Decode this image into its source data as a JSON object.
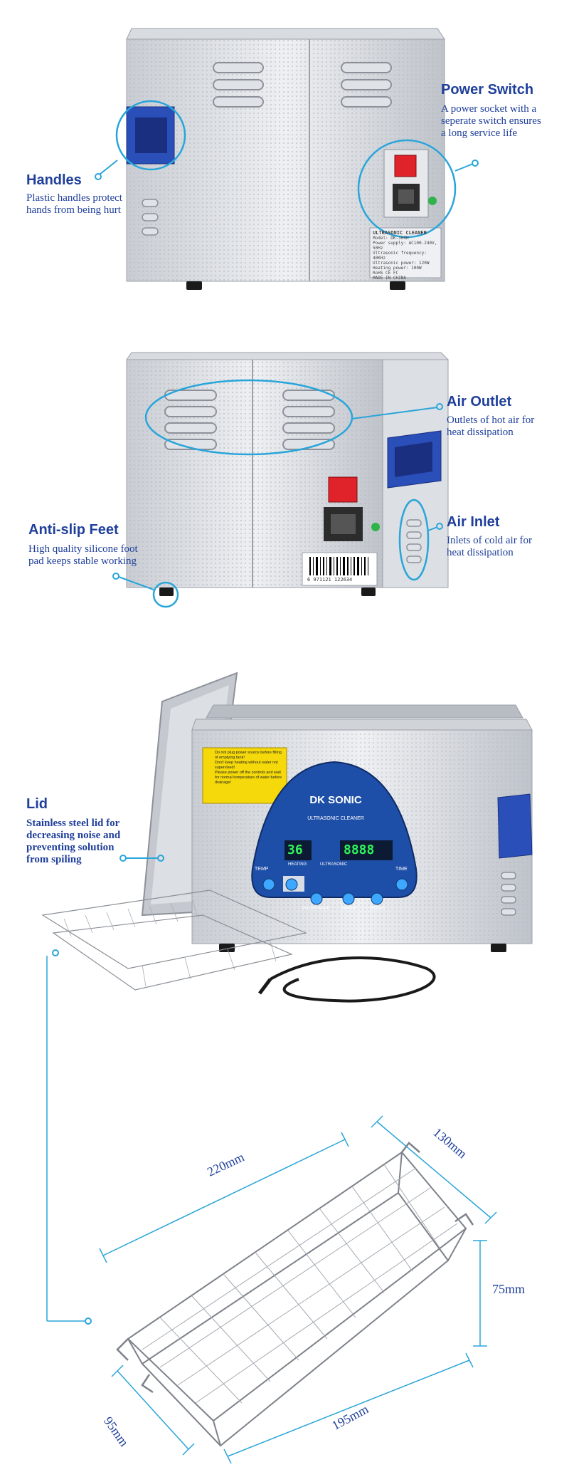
{
  "features": {
    "handles": {
      "title": "Handles",
      "desc": "Plastic handles protect\nhands from being hurt"
    },
    "power_switch": {
      "title": "Power Switch",
      "desc": "A power socket with a\nseperate switch ensures\na long service life"
    },
    "air_outlet": {
      "title": "Air Outlet",
      "desc": "Outlets of hot air for\nheat dissipation"
    },
    "air_inlet": {
      "title": "Air Inlet",
      "desc": "Inlets of cold air for\nheat dissipation"
    },
    "anti_slip_feet": {
      "title": "Anti-slip Feet",
      "desc": "High quality silicone foot\npad keeps stable working"
    },
    "lid": {
      "title": "Lid",
      "desc": "Stainless steel lid for\ndecreasing noise and\npreventing solution\nfrom spiling"
    }
  },
  "device": {
    "label_title": "ULTRASONIC CLEANER",
    "label_lines": [
      "Model: DK-300H",
      "Power supply: AC100-240V, 50Hz",
      "Ultrasonic frequency: 40KHz",
      "Ultrasonic power: 120W",
      "Heating power: 100W",
      "MADE IN CHINA"
    ],
    "brand": "DK SONIC",
    "panel_subtitle": "ULTRASONIC CLEANER",
    "temp_display": "36",
    "time_display": "8888",
    "panel_labels": {
      "temp": "TEMP",
      "time": "TIME",
      "heating": "HEATING",
      "ultrasonic": "ULTRASONIC",
      "degas": "DEGAS",
      "sweep": "SWEEP",
      "pulse": "PULSE/WAVE"
    },
    "barcode_number": "6 971121 122634",
    "warning_lines": [
      "Do not plug power source before filling of emptying tank!",
      "Don't keep heating without water not supervised!",
      "Please power off the controls and wait for normal temperature of water before drainage!"
    ],
    "certs": "RoHS  CE FC"
  },
  "basket_dimensions": {
    "length_top": "220mm",
    "width_top": "130mm",
    "height": "75mm",
    "width_bottom": "95mm",
    "length_bottom": "195mm"
  },
  "colors": {
    "accent": "#2aa5d9",
    "text": "#1f3f9a",
    "handle": "#2a4fb8",
    "switch": "#e0222a"
  }
}
